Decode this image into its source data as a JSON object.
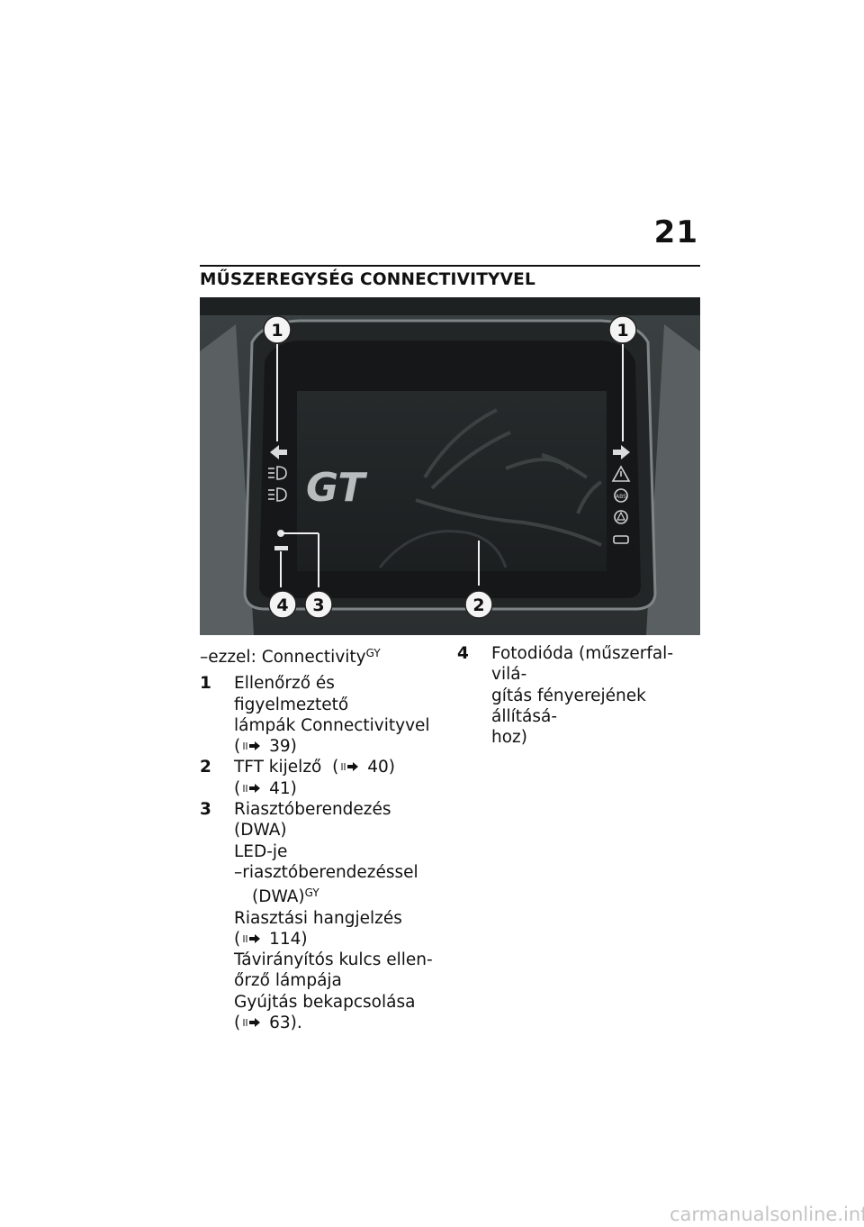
{
  "page": {
    "number": "21",
    "heading": "MŰSZEREGYSÉG CONNECTIVITYVEL",
    "watermark": "carmanualsonline.info"
  },
  "figure": {
    "callouts": [
      "1",
      "1",
      "2",
      "3",
      "4"
    ],
    "logo_text": "GT",
    "icons": [
      "turn-left-icon",
      "low-beam-icon",
      "fog-light-icon",
      "dwa-led-icon",
      "photodiode-icon",
      "turn-right-icon",
      "warning-triangle-icon",
      "abs-icon",
      "asc-warning-icon",
      "engine-icon"
    ],
    "colors": {
      "background": "#2b2f30",
      "bezel": "#3a3f40",
      "screen": "#1a1c1d",
      "callout_fill": "#f4f4f4"
    }
  },
  "legend": {
    "intro": "–ezzel: Connectivity",
    "intro_sup": "GY",
    "items": [
      {
        "num": "1",
        "lines": [
          "Ellenőrző és figyelmeztető",
          "lámpák Connectivityvel"
        ],
        "refs": [
          "39)"
        ]
      },
      {
        "num": "2",
        "lines": [
          "TFT kijelző"
        ],
        "refs_inline": "40)",
        "refs": [
          "41)"
        ]
      },
      {
        "num": "3",
        "lines": [
          "Riasztóberendezés (DWA)",
          "LED-je",
          "–riasztóberendezéssel"
        ],
        "sub_line": "(DWA)",
        "sub_sup": "GY",
        "after_lines": [
          "Riasztási hangjelzés"
        ],
        "ref_a": "114)",
        "after_lines2": [
          "Távirányítós kulcs ellen-",
          "őrző lámpája",
          "Gyújtás bekapcsolása"
        ],
        "ref_b": "63)."
      },
      {
        "num": "4",
        "lines": [
          "Fotodióda (műszerfal-vilá-",
          "gítás fényerejének állításá-",
          "hoz)"
        ]
      }
    ],
    "paren_open": "("
  }
}
